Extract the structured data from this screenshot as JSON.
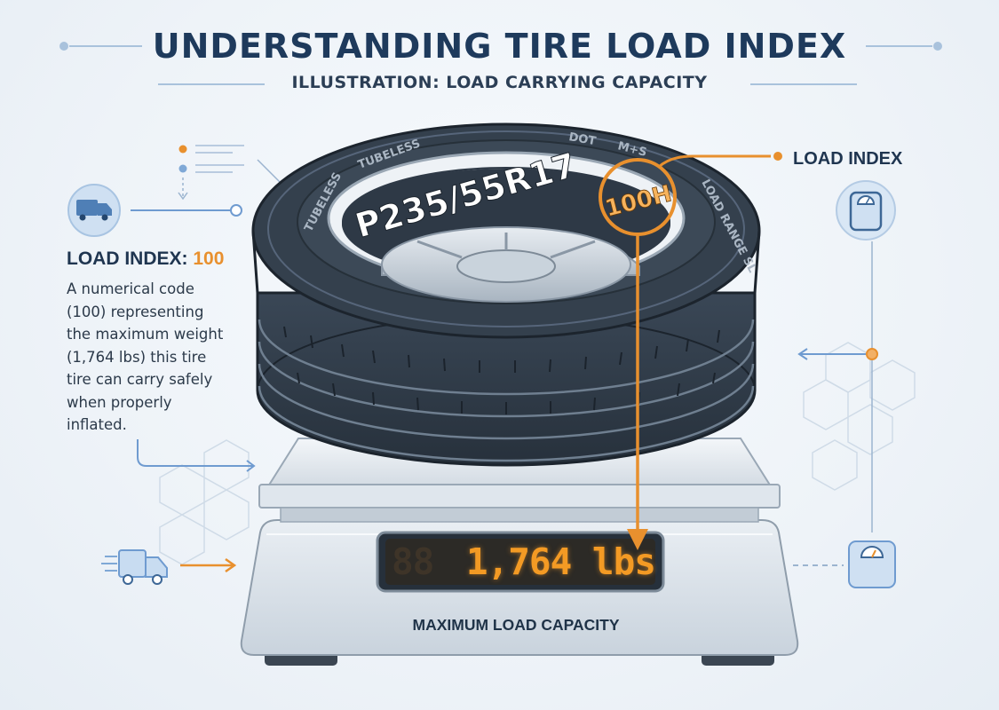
{
  "header": {
    "title": "UNDERSTANDING TIRE LOAD INDEX",
    "subtitle": "ILLUSTRATION: LOAD CARRYING CAPACITY"
  },
  "left_panel": {
    "heading_label": "LOAD INDEX: ",
    "heading_value": "100",
    "description_lines": [
      "A numerical code",
      "(100) representing",
      "the maximum weight",
      "(1,764 lbs) this tire",
      "tire can carry safely",
      "when properly",
      "inflated."
    ]
  },
  "right_panel": {
    "callout_label": "LOAD INDEX"
  },
  "tire": {
    "size_code": "P235/55R17",
    "service_code": "100H",
    "sidewall_marks": [
      "TUBELESS",
      "TUBELESS",
      "DOT",
      "M+S",
      "LOAD RANGE SL"
    ]
  },
  "scale": {
    "display_ghost": "88",
    "display_value": "1,764 lbs",
    "caption": "MAXIMUM LOAD CAPACITY"
  },
  "colors": {
    "title": "#1e3a5c",
    "accent_orange": "#e8902e",
    "tire_dark": "#2e3946",
    "icon_blue": "#7fa8d6"
  },
  "icons": [
    "truck-icon",
    "fast-truck-icon",
    "bathroom-scale-icon",
    "small-scale-icon"
  ]
}
